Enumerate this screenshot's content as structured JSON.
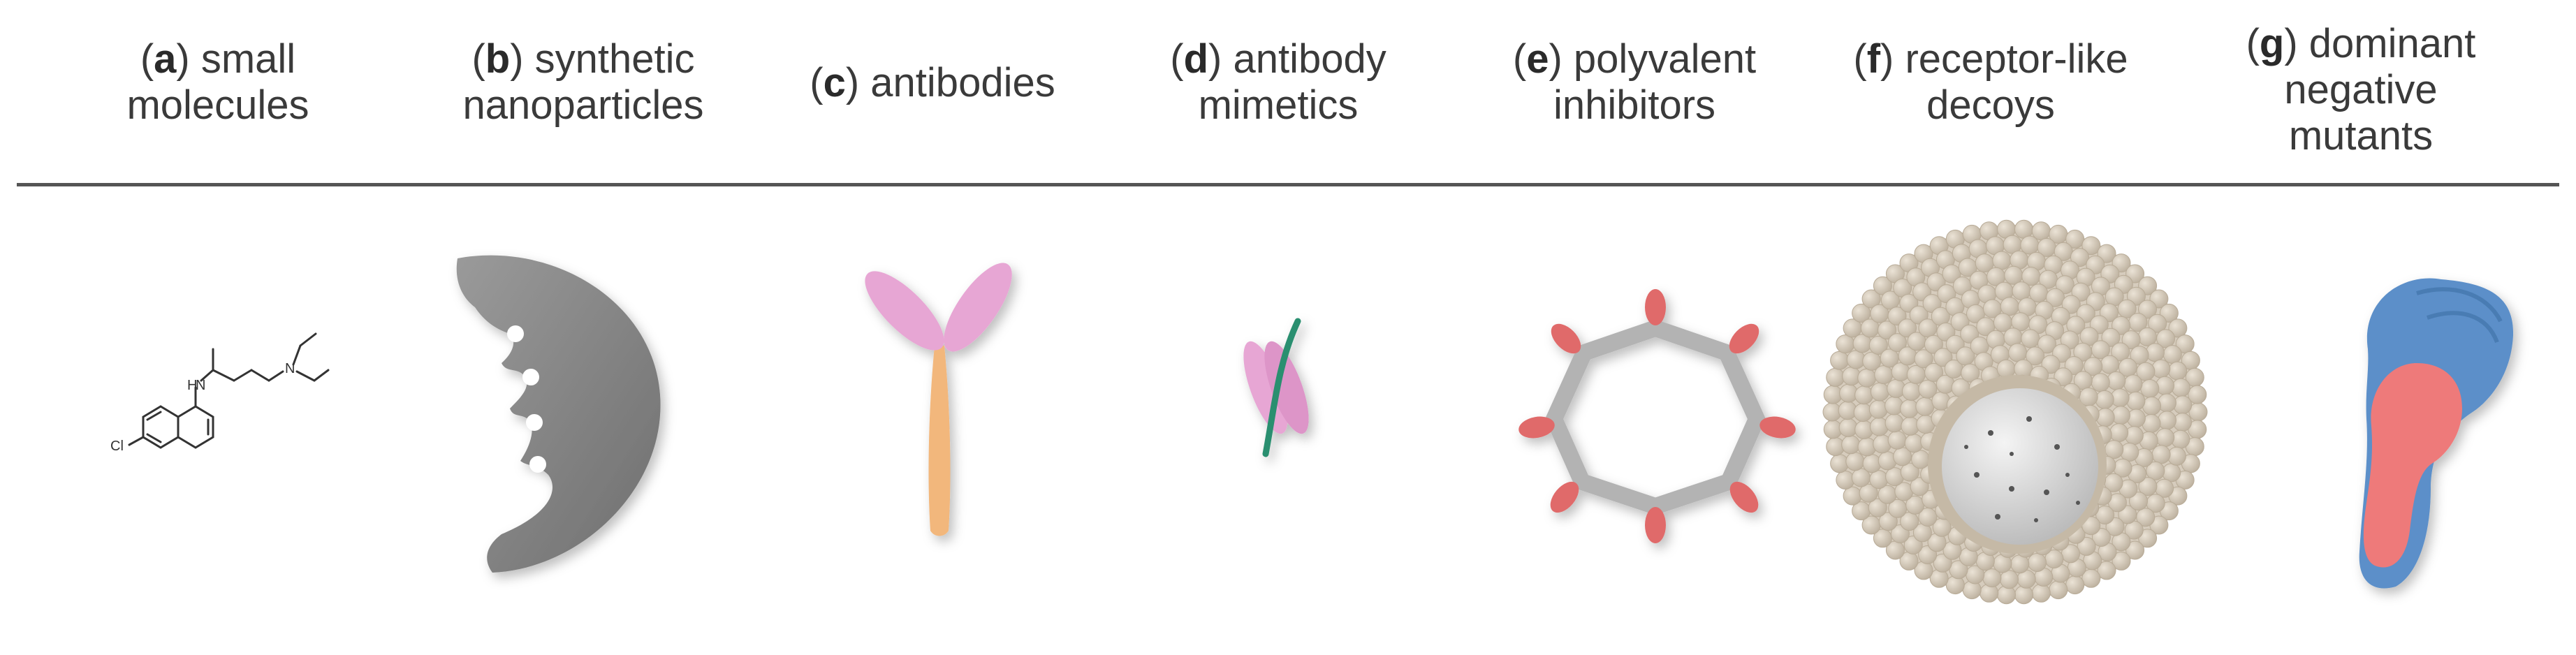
{
  "panels": [
    {
      "letter": "a",
      "lines": [
        "small",
        "molecules"
      ],
      "icon": "small-molecule-structure"
    },
    {
      "letter": "b",
      "lines": [
        "synthetic",
        "nanoparticles"
      ],
      "icon": "nanoparticle-shape"
    },
    {
      "letter": "c",
      "lines": [
        "antibodies"
      ],
      "icon": "antibody-shape"
    },
    {
      "letter": "d",
      "lines": [
        "antibody",
        "mimetics"
      ],
      "icon": "antibody-mimetic-shape"
    },
    {
      "letter": "e",
      "lines": [
        "polyvalent",
        "inhibitors"
      ],
      "icon": "polyvalent-ring-shape"
    },
    {
      "letter": "f",
      "lines": [
        "receptor-like",
        "decoys"
      ],
      "icon": "decoy-sphere-shape"
    },
    {
      "letter": "g",
      "lines": [
        "dominant",
        "negative",
        "mutants"
      ],
      "icon": "mutant-protein-shape"
    }
  ],
  "molecule": {
    "atoms": [
      "H",
      "N",
      "N",
      "Cl"
    ]
  },
  "colors": {
    "nanoparticle": "#858585",
    "antibody_arm": "#e7a6d4",
    "antibody_stem": "#f2b77c",
    "mimetic_wire": "#2a8f6f",
    "ring": "#b3b3b3",
    "ring_tip": "#e06b6b",
    "decoy_bead": "#cfc4b4",
    "mutant_blue": "#5b8fc9",
    "mutant_red": "#ee7a7a"
  }
}
